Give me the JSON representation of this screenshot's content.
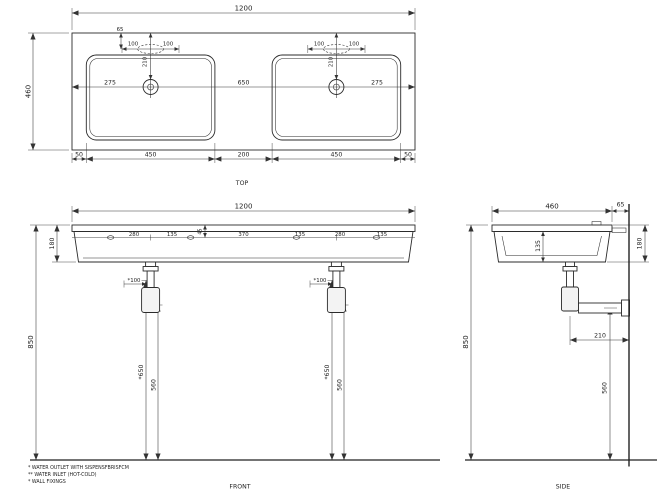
{
  "drawing": {
    "top_view": {
      "label": "TOP",
      "overall_width": "1200",
      "overall_depth": "460",
      "tap_hole_offset": "65",
      "tap_left_a": "100",
      "tap_left_b": "100",
      "tap_right_a": "100",
      "tap_right_b": "100",
      "tap_center_depth": "210",
      "edge_to_tap_left": "275",
      "tap_spacing": "650",
      "edge_to_tap_right": "275",
      "bottom_chain": [
        "50",
        "450",
        "200",
        "450",
        "50"
      ]
    },
    "front_view": {
      "label": "FRONT",
      "overall_width": "1200",
      "body_height": "180",
      "mounting_height": "850",
      "hole_chain": [
        "280",
        "135",
        "45",
        "370",
        "135",
        "280",
        "135"
      ],
      "outlet_offset": "*100",
      "outlet_height": "*650",
      "inlet_height": "560"
    },
    "side_view": {
      "label": "SIDE",
      "overall_depth": "460",
      "wall_gap": "65",
      "bowl_depth": "135",
      "body_height": "180",
      "mounting_height": "850",
      "trap_wall_distance": "210",
      "inlet_height": "560"
    },
    "notes": [
      "* WATER OUTLET WITH SISPENSFBRISFCM",
      "** WATER INLET  (HOT-COLD)",
      "* WALL FIXINGS"
    ]
  }
}
